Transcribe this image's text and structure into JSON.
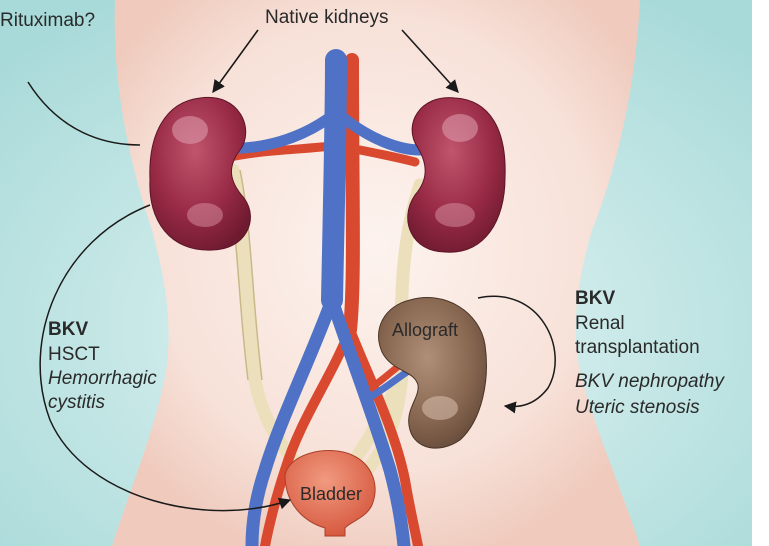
{
  "labels": {
    "top_left": "Rituximab?",
    "native_kidneys": "Native kidneys",
    "left_heading": "BKV",
    "left_line1": "HSCT",
    "left_line2": "Hemorrhagic",
    "left_line3": "cystitis",
    "right_heading": "BKV",
    "right_line1": "Renal",
    "right_line2": "transplantation",
    "right_line3": "BKV nephropathy",
    "right_line4": "Uteric stenosis",
    "allograft": "Allograft",
    "bladder": "Bladder"
  },
  "colors": {
    "background": "#c3e7e6",
    "skin": "#f6e2da",
    "kidney": "#9a2a45",
    "allograft": "#8a6a52",
    "vein": "#4f72c6",
    "artery": "#d8492f",
    "ureter": "#ece1bd",
    "bladder": "#e0644a"
  }
}
